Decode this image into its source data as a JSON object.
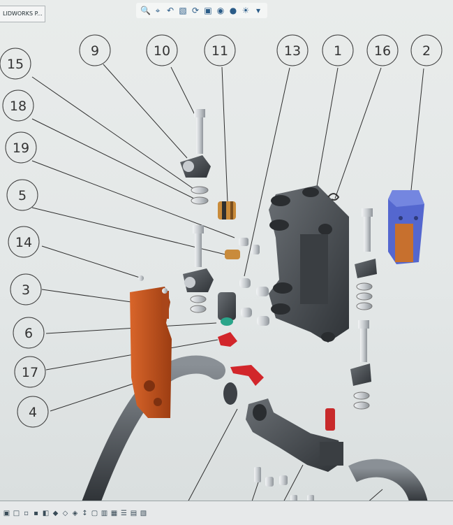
{
  "app": {
    "window_tab": "LIDWORKS P..."
  },
  "toolbar": {
    "icons": [
      "zoom-to-fit-icon",
      "zoom-area-icon",
      "previous-view-icon",
      "section-view-icon",
      "rotate-icon",
      "display-style-icon",
      "hide-show-icon",
      "edit-appearance-icon",
      "apply-scene-icon",
      "view-settings-icon"
    ]
  },
  "balloons": [
    {
      "label": "9"
    },
    {
      "label": "10"
    },
    {
      "label": "11"
    },
    {
      "label": "13"
    },
    {
      "label": "1"
    },
    {
      "label": "16"
    },
    {
      "label": "2"
    },
    {
      "label": "15"
    },
    {
      "label": "18"
    },
    {
      "label": "19"
    },
    {
      "label": "5"
    },
    {
      "label": "14"
    },
    {
      "label": "3"
    },
    {
      "label": "6"
    },
    {
      "label": "17"
    },
    {
      "label": "4"
    }
  ],
  "colors": {
    "dark_part": "#4b4f53",
    "orange_part": "#c6541d",
    "red_part": "#d2262b",
    "blue_part": "#5064c9",
    "brass": "#c98b3b",
    "silver": "#c8ccd0"
  }
}
